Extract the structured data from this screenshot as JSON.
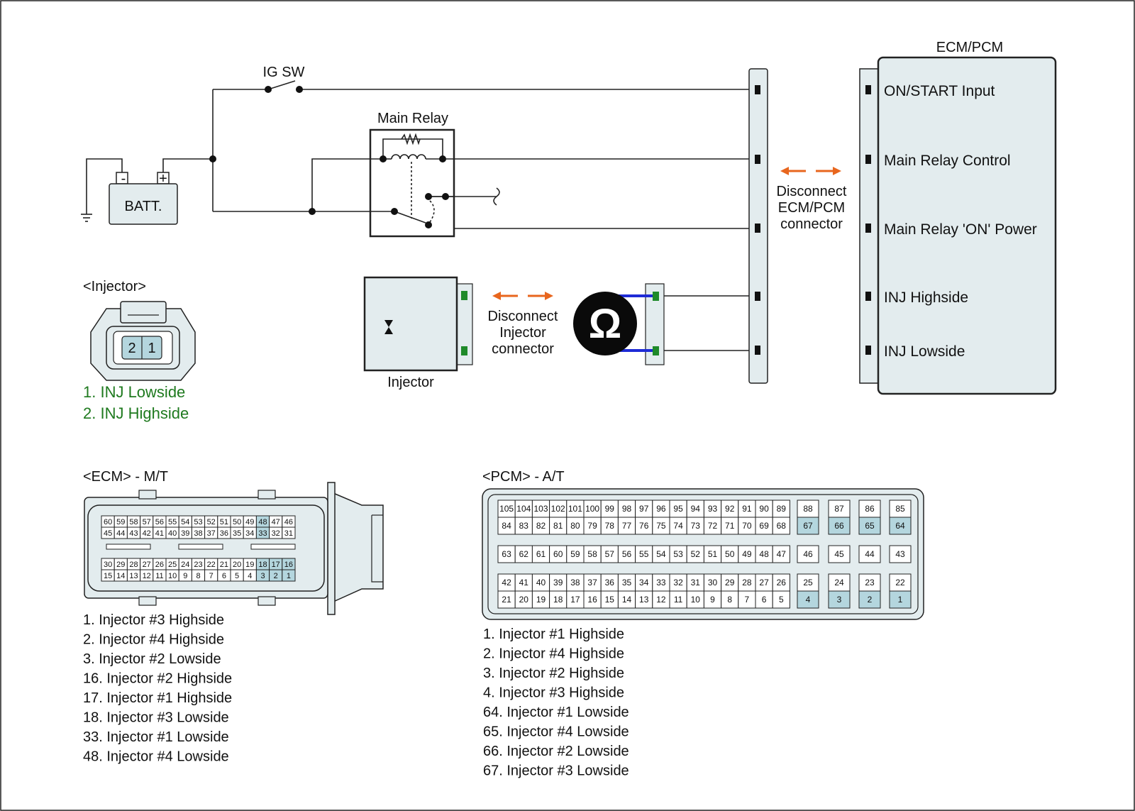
{
  "circuit": {
    "ig_sw": "IG SW",
    "main_relay": "Main Relay",
    "battery": "BATT.",
    "battery_minus": "-",
    "battery_plus": "+",
    "injector": "Injector",
    "ecm_title": "ECM/PCM",
    "ecm_pins": [
      "ON/START Input",
      "Main Relay Control",
      "Main Relay 'ON' Power",
      "INJ Highside",
      "INJ Lowside"
    ],
    "disconnect_ecm": [
      "Disconnect",
      "ECM/PCM",
      "connector"
    ],
    "disconnect_inj": [
      "Disconnect",
      "Injector",
      "connector"
    ],
    "ohm_symbol": "Ω",
    "arrow_color": "#e8661e",
    "probe_color": "#1e2bd6",
    "terminal_color": "#1f8a2a"
  },
  "injector_connector": {
    "title": "<Injector>",
    "pin_labels": [
      "2",
      "1"
    ],
    "legend": [
      "1. INJ Lowside",
      "2. INJ Highside"
    ],
    "legend_color": "#1f7a1f"
  },
  "ecm_connector": {
    "title": "<ECM> - M/T",
    "rows": [
      [
        "60",
        "59",
        "58",
        "57",
        "56",
        "55",
        "54",
        "53",
        "52",
        "51",
        "50",
        "49",
        "48",
        "47",
        "46"
      ],
      [
        "45",
        "44",
        "43",
        "42",
        "41",
        "40",
        "39",
        "38",
        "37",
        "36",
        "35",
        "34",
        "33",
        "32",
        "31"
      ],
      [
        "30",
        "29",
        "28",
        "27",
        "26",
        "25",
        "24",
        "23",
        "22",
        "21",
        "20",
        "19",
        "18",
        "17",
        "16"
      ],
      [
        "15",
        "14",
        "13",
        "12",
        "11",
        "10",
        "9",
        "8",
        "7",
        "6",
        "5",
        "4",
        "3",
        "2",
        "1"
      ]
    ],
    "highlighted": [
      "48",
      "33",
      "18",
      "17",
      "16",
      "3",
      "2",
      "1"
    ],
    "legend": [
      "1. Injector #3 Highside",
      "2. Injector #4 Highside",
      "3. Injector #2 Lowside",
      "16. Injector #2 Highside",
      "17. Injector #1 Highside",
      "18. Injector #3 Lowside",
      "33. Injector #1 Lowside",
      "48. Injector #4 Lowside"
    ]
  },
  "pcm_connector": {
    "title": "<PCM> - A/T",
    "main_rows": [
      [
        "105",
        "104",
        "103",
        "102",
        "101",
        "100",
        "99",
        "98",
        "97",
        "96",
        "95",
        "94",
        "93",
        "92",
        "91",
        "90",
        "89"
      ],
      [
        "84",
        "83",
        "82",
        "81",
        "80",
        "79",
        "78",
        "77",
        "76",
        "75",
        "74",
        "73",
        "72",
        "71",
        "70",
        "69",
        "68"
      ],
      [
        "63",
        "62",
        "61",
        "60",
        "59",
        "58",
        "57",
        "56",
        "55",
        "54",
        "53",
        "52",
        "51",
        "50",
        "49",
        "48",
        "47"
      ],
      [
        "42",
        "41",
        "40",
        "39",
        "38",
        "37",
        "36",
        "35",
        "34",
        "33",
        "32",
        "31",
        "30",
        "29",
        "28",
        "27",
        "26"
      ],
      [
        "21",
        "20",
        "19",
        "18",
        "17",
        "16",
        "15",
        "14",
        "13",
        "12",
        "11",
        "10",
        "9",
        "8",
        "7",
        "6",
        "5"
      ]
    ],
    "side_rows": [
      [
        "88",
        "87",
        "86",
        "85"
      ],
      [
        "67",
        "66",
        "65",
        "64"
      ],
      [
        "46",
        "45",
        "44",
        "43"
      ],
      [
        "25",
        "24",
        "23",
        "22"
      ],
      [
        "4",
        "3",
        "2",
        "1"
      ]
    ],
    "highlighted": [
      "67",
      "66",
      "65",
      "64",
      "4",
      "3",
      "2",
      "1"
    ],
    "legend": [
      "1. Injector #1 Highside",
      "2. Injector #4 Highside",
      "3. Injector #2 Highside",
      "4. Injector #3 Highside",
      "64. Injector #1 Lowside",
      "65. Injector #4 Lowside",
      "66. Injector #2 Lowside",
      "67. Injector #3 Lowside"
    ]
  },
  "colors": {
    "panel": "#e3ecee",
    "highlight": "#b4d6de",
    "stroke": "#222222"
  }
}
